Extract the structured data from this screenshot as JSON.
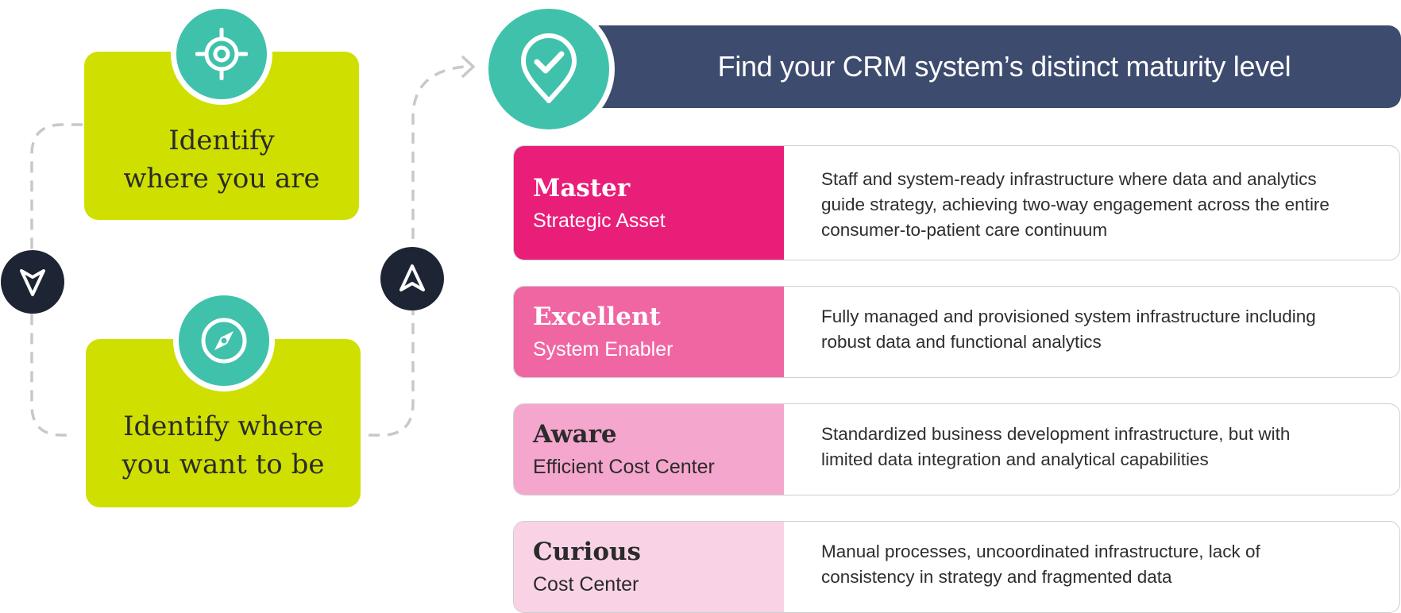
{
  "steps": [
    {
      "label_line1": "Identify",
      "label_line2": "where you are",
      "icon": "target-icon"
    },
    {
      "label_line1": "Identify where",
      "label_line2": "you want to be",
      "icon": "compass-icon"
    }
  ],
  "header": {
    "title": "Find your CRM system’s distinct maturity level",
    "icon": "map-pin-check-icon"
  },
  "levels": [
    {
      "name": "Master",
      "subtitle": "Strategic Asset",
      "description_lines": [
        "Staff and system-ready infrastructure where data and analytics",
        "guide strategy, achieving two-way engagement across the entire",
        "consumer-to-patient care continuum"
      ]
    },
    {
      "name": "Excellent",
      "subtitle": "System Enabler",
      "description_lines": [
        "Fully managed and provisioned system infrastructure including",
        "robust data and functional analytics"
      ]
    },
    {
      "name": "Aware",
      "subtitle": "Efficient Cost Center",
      "description_lines": [
        "Standardized business development infrastructure, but with",
        "limited data integration and analytical capabilities"
      ]
    },
    {
      "name": "Curious",
      "subtitle": "Cost Center",
      "description_lines": [
        "Manual processes, uncoordinated infrastructure, lack of",
        "consistency in strategy and fragmented data"
      ]
    }
  ],
  "colors": {
    "lime": "#cfe000",
    "teal": "#40c1ac",
    "navy": "#3d4c6e",
    "dark": "#1d2433",
    "master": "#e91e78",
    "excellent": "#f066a3",
    "aware": "#f5a6cc",
    "curious": "#f9d3e5"
  }
}
